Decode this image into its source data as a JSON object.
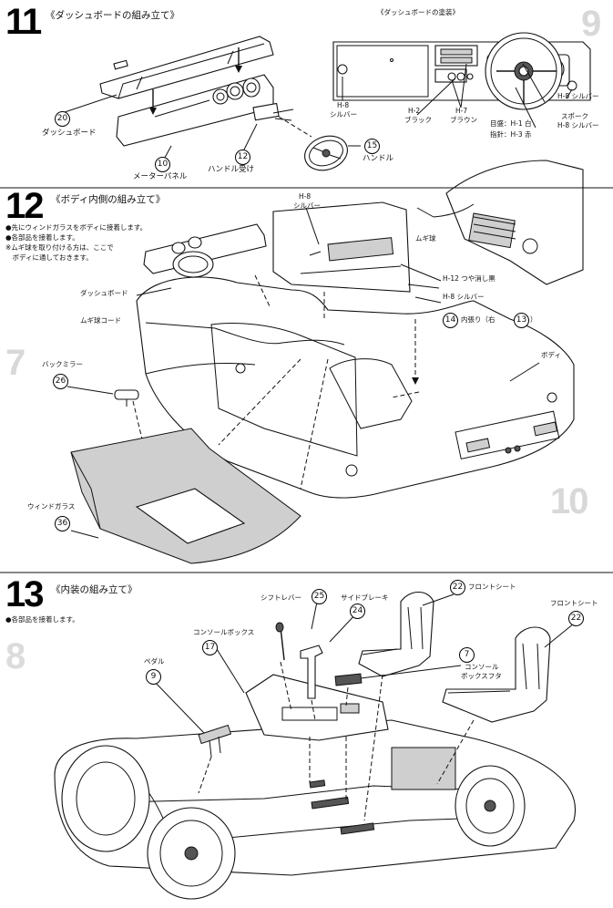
{
  "step11": {
    "number": "11",
    "title": "《ダッシュボードの組み立て》",
    "paint_title": "《ダッシュボードの塗装》",
    "parts": {
      "dashboard": {
        "num": "20",
        "label": "ダッシュボード"
      },
      "meter_panel": {
        "num": "10",
        "label": "メーターパネル"
      },
      "handle_mount": {
        "num": "12",
        "label": "ハンドル受け"
      },
      "handle": {
        "num": "15",
        "label": "ハンドル"
      }
    },
    "paint": {
      "h8_silver_left_1": "H-8",
      "h8_silver_left_2": "シルバー",
      "h2_black_1": "H-2",
      "h2_black_2": "ブラック",
      "h7_brown_1": "H-7",
      "h7_brown_2": "ブラウン",
      "h8_silver_right": "H-8 シルバー",
      "spoke_1": "スポーク",
      "spoke_2": "H-8 シルバー",
      "dial": "目盛：H-1 白",
      "needle": "指針：H-3 赤"
    }
  },
  "step12": {
    "number": "12",
    "title": "《ボディ内側の組み立て》",
    "notes": [
      "●先にウィンドガラスをボディに接着します。",
      "●各部品を接着します。",
      "※ムギ球を取り付ける方は、ここで",
      "　ボディに通しておきます。"
    ],
    "labels": {
      "h8_1": "H-8",
      "h8_2": "シルバー",
      "bulb": "ムギ球",
      "h12": "H-12 つや消し黒",
      "h8_silver": "H-8 シルバー",
      "interior_num": "14",
      "interior_label": "内張り（右",
      "interior_num2": "13",
      "interior_close": "）",
      "body": "ボディ",
      "dashboard": "ダッシュボード",
      "bulb_cord": "ムギ球コード",
      "mirror_label": "バックミラー",
      "mirror_num": "26",
      "glass_label": "ウィンドガラス",
      "glass_num": "36"
    }
  },
  "step13": {
    "number": "13",
    "title": "《内装の組み立て》",
    "notes": [
      "●各部品を接着します。"
    ],
    "labels": {
      "shift_label": "シフトレバー",
      "shift_num": "25",
      "brake_label": "サイドブレーキ",
      "brake_num": "24",
      "console_label": "コンソールボックス",
      "console_num": "17",
      "front_seat_label": "フロントシート",
      "front_seat_num": "22",
      "front_seat2_label": "フロントシート",
      "front_seat2_num": "22",
      "lid_num": "7",
      "lid_label_1": "コンソール",
      "lid_label_2": "ボックスフタ",
      "pedal_label": "ペダル",
      "pedal_num": "9"
    }
  },
  "bleed": {
    "ghost_9": "9",
    "ghost_7": "7",
    "ghost_10": "10",
    "ghost_8": "8"
  }
}
